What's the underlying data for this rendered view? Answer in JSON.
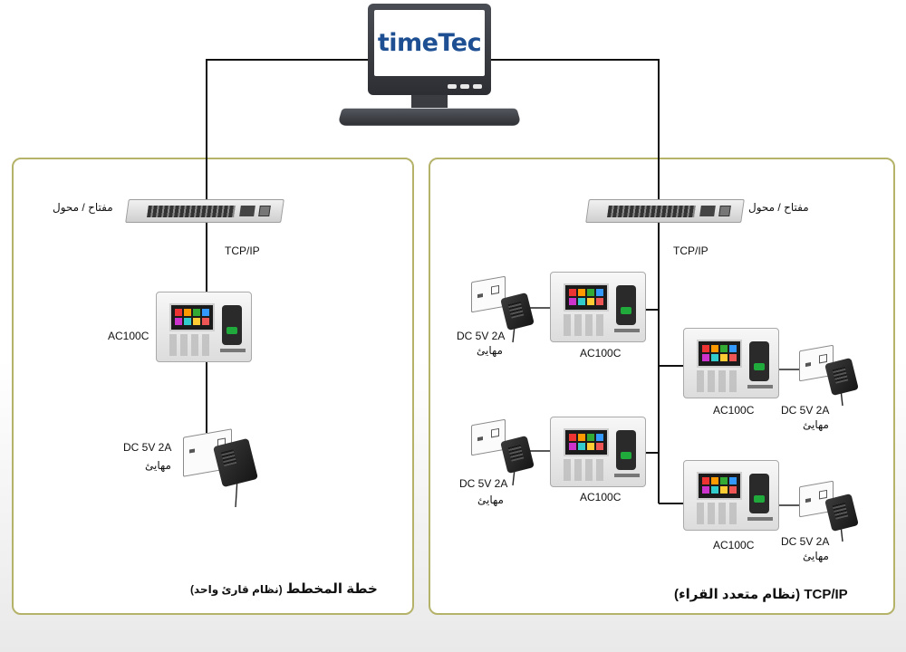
{
  "brand": {
    "part1": "time",
    "part2": "Tec"
  },
  "left_plan": {
    "switch_label": "مفتاح / محول",
    "protocol": "TCP/IP",
    "device_label": "AC100C",
    "power_label": "DC 5V 2A",
    "adapter_label": "مهايئ",
    "title_main": "خطة المخطط",
    "title_sub": "(نظام قارئ واحد)"
  },
  "right_plan": {
    "switch_label": "مفتاح / محول",
    "protocol": "TCP/IP",
    "devices": [
      {
        "label": "AC100C",
        "power": "DC 5V 2A",
        "adapter": "مهايئ"
      },
      {
        "label": "AC100C",
        "power": "DC 5V 2A",
        "adapter": "مهايئ"
      },
      {
        "label": "AC100C",
        "power": "DC 5V 2A",
        "adapter": "مهايئ"
      },
      {
        "label": "AC100C",
        "power": "DC 5V 2A",
        "adapter": "مهايئ"
      }
    ],
    "title_main": "TCP/IP",
    "title_sub": "(نظام متعدد القراء)"
  },
  "colors": {
    "panel_border": "#b5b26a",
    "brand_blue": "#1d4f92",
    "fingerprint_led": "#1faa3b"
  }
}
